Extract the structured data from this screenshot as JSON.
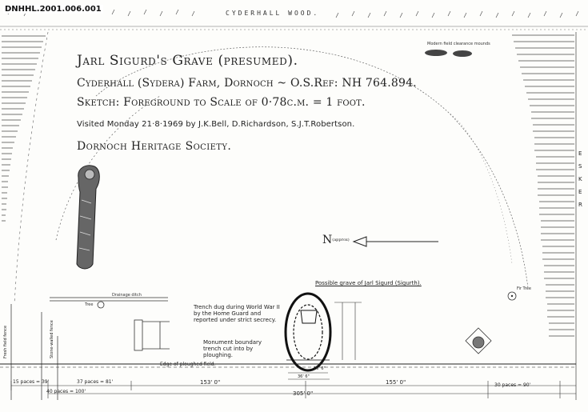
{
  "reference": "DNHHL.2001.006.001",
  "wood_label": "CYDERHALL WOOD.",
  "title": {
    "line1": "Jarl Sigurd's Grave (presumed).",
    "line2": "Cyderhall (Sydera) Farm, Dornoch ~ O.S.Ref: NH 764.894.",
    "line3": "Sketch: Foreground to Scale of 0·78c.m. = 1 foot.",
    "line4": "Visited Monday 21·8·1969 by J.K.Bell, D.Richardson, S.J.T.Robertson.",
    "line5": "Dornoch Heritage Society."
  },
  "labels": {
    "field_clearance": "Modern field clearance mounds",
    "esker": [
      "E",
      "S",
      "K",
      "E",
      "R"
    ],
    "north": "N",
    "north_note": "(approx)",
    "possible_grave": "Possible grave of Jarl Sigurd (Sigurth).",
    "trench_ww2": "Trench dug during World War II by the Home Guard and reported under strict secrecy.",
    "monument_trench": "Monument boundary trench cut into by ploughing.",
    "drainage_ditch": "Drainage ditch",
    "tree_left": "Tree",
    "tree_right": "Fir Tree",
    "field_edge": "Edge of ploughed field.",
    "fence_left": "Fresh field fence",
    "fence_inner": "Stone-walled fence"
  },
  "dimensions": {
    "d15": "15 paces = 39'",
    "d40": "40 paces = 100'",
    "d37": "37 paces = 81'",
    "d153": "153' 0\"",
    "d155": "155' 0\"",
    "d305": "305' 0\"",
    "d30": "30 paces = 90'",
    "d16": "16' 6\"",
    "d36": "36' 6\""
  }
}
